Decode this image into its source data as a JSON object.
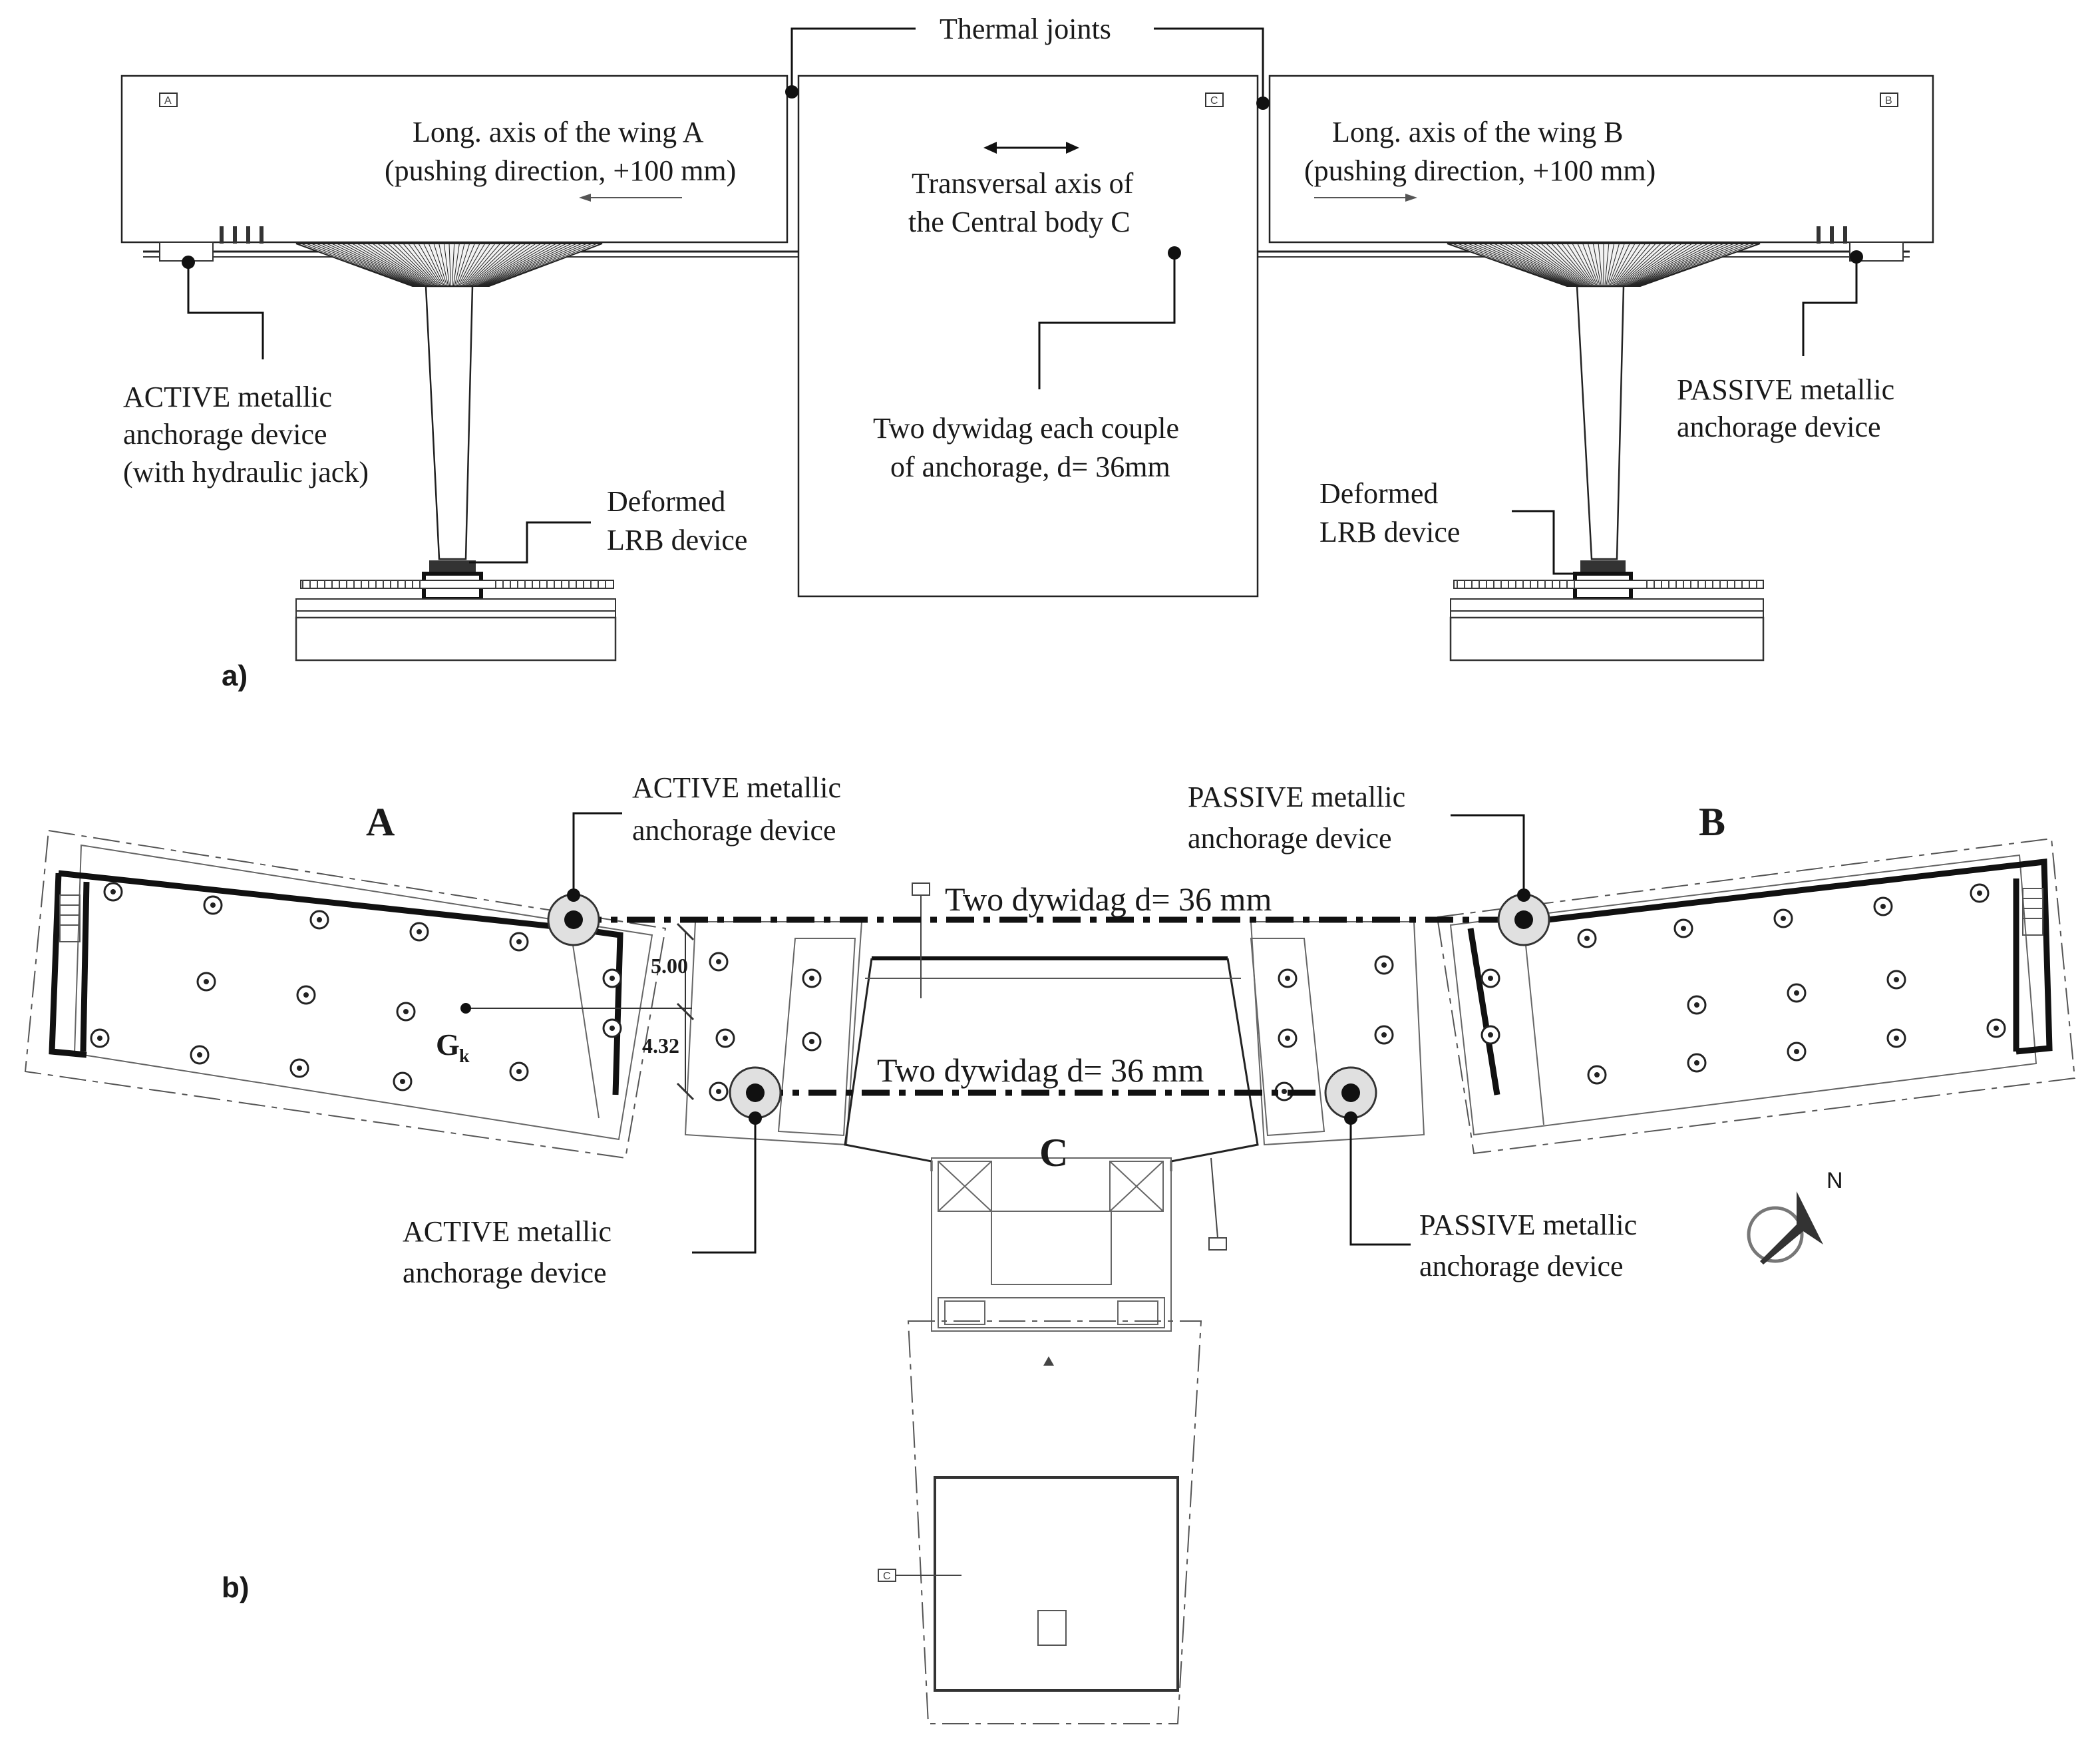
{
  "panel_a": {
    "label": "a)",
    "thermal_joints": "Thermal joints",
    "wing_a_axis": [
      "Long. axis of the wing A",
      "(pushing direction, +100 mm)"
    ],
    "central_axis": [
      "Transversal axis of",
      "the Central body C"
    ],
    "wing_b_axis": [
      "Long. axis of the wing B",
      "(pushing direction, +100 mm)"
    ],
    "active_device": [
      "ACTIVE metallic",
      "anchorage device",
      "(with hydraulic jack)"
    ],
    "dywidag_note": [
      "Two dywidag each couple",
      "of anchorage, d= 36mm"
    ],
    "passive_device": [
      "PASSIVE metallic",
      "anchorage device"
    ],
    "lrb_left": [
      "Deformed",
      "LRB device"
    ],
    "lrb_right": [
      "Deformed",
      "LRB device"
    ],
    "tag_a": "A",
    "tag_c": "C",
    "tag_b": "B"
  },
  "panel_b": {
    "label": "b)",
    "wing_a": "A",
    "wing_b": "B",
    "central": "C",
    "gk_main": "G",
    "gk_sub": "k",
    "dim_upper": "5.00",
    "dim_lower": "4.32",
    "active_top": [
      "ACTIVE metallic",
      "anchorage device"
    ],
    "passive_top": [
      "PASSIVE metallic",
      "anchorage device"
    ],
    "active_bottom": [
      "ACTIVE metallic",
      "anchorage device"
    ],
    "passive_bottom": [
      "PASSIVE metallic",
      "anchorage device"
    ],
    "dywidag_top": "Two dywidag d= 36 mm",
    "dywidag_bottom": "Two dywidag d= 36 mm",
    "north": "N",
    "tag_c": "C"
  }
}
